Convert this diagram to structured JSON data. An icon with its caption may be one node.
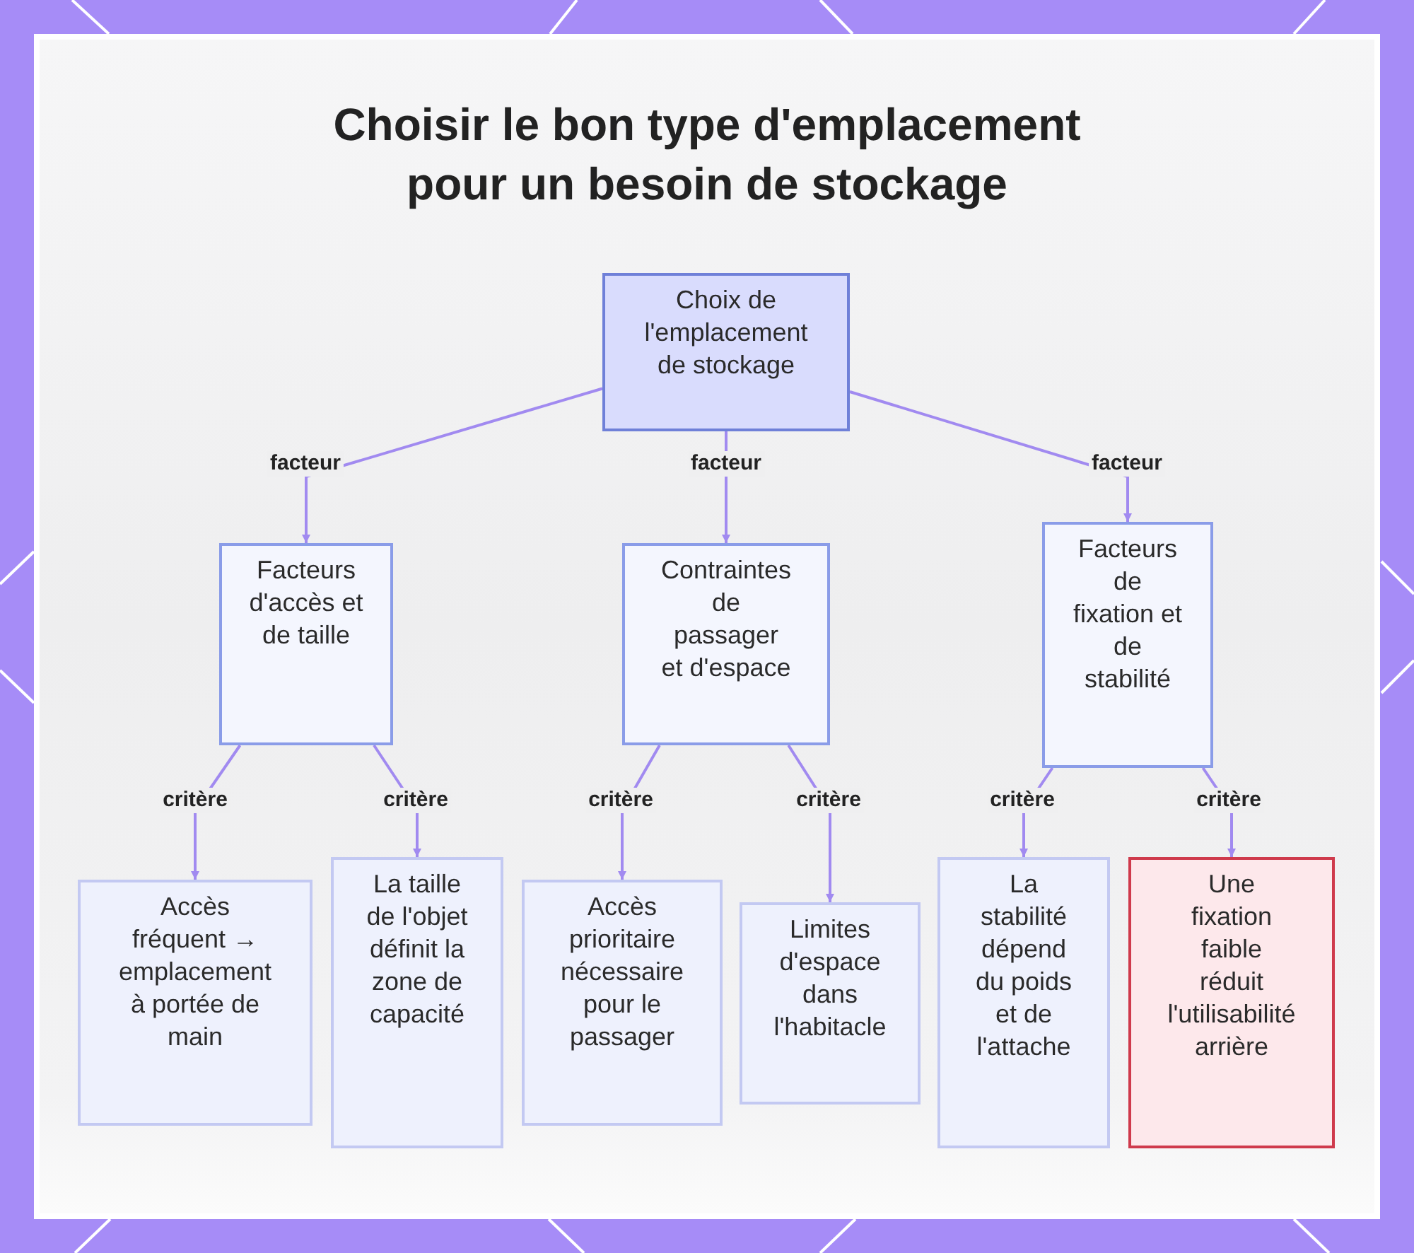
{
  "diagram": {
    "title": "Choisir le bon type d'emplacement pour un besoin de stockage",
    "nodes": [
      {
        "text": [
          "Choix de l'emplacement de stockage"
        ]
      },
      {
        "text": [
          "Facteurs d'accès et de taille"
        ]
      },
      {
        "text": [
          "Contraintes de passager et d'espace"
        ]
      },
      {
        "text": [
          "Facteurs de fixation et de stabilité"
        ]
      },
      {
        "text": [
          "Accès fréquent → emplacement à portée de main"
        ]
      },
      {
        "text": [
          "La taille de l'objet définit la zone de capacité"
        ]
      },
      {
        "text": [
          "Accès prioritaire nécessaire pour le passager"
        ]
      },
      {
        "text": [
          "Limites d'espace dans l'habitacle"
        ]
      },
      {
        "text": [
          "La stabilité dépend du poids et de l'attache"
        ]
      },
      {
        "text": [
          "Une fixation faible réduit l'utilisabilité arrière"
        ]
      }
    ],
    "edges": [
      {
        "from": 0,
        "to": 1,
        "arrow": "to",
        "label": "facteur"
      },
      {
        "from": 0,
        "to": 2,
        "arrow": "to",
        "label": "facteur"
      },
      {
        "from": 0,
        "to": 3,
        "arrow": "to",
        "label": "facteur"
      },
      {
        "from": 1,
        "to": 4,
        "arrow": "to",
        "label": "critère"
      },
      {
        "from": 1,
        "to": 5,
        "arrow": "to",
        "label": "critère"
      },
      {
        "from": 2,
        "to": 6,
        "arrow": "to",
        "label": "critère"
      },
      {
        "from": 2,
        "to": 7,
        "arrow": "to",
        "label": "critère"
      },
      {
        "from": 3,
        "to": 8,
        "arrow": "to",
        "label": "critère"
      },
      {
        "from": 3,
        "to": 9,
        "arrow": "to",
        "label": "critère"
      }
    ]
  }
}
